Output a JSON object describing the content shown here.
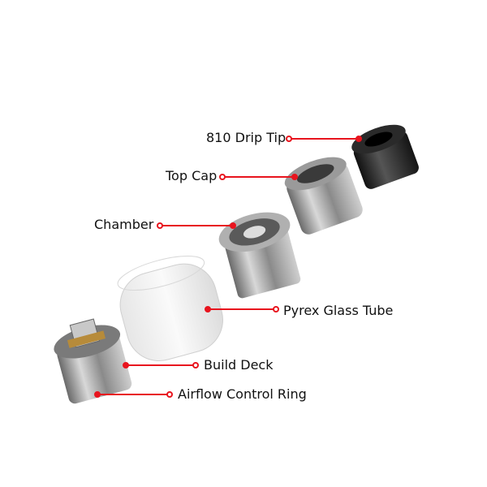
{
  "labels": {
    "drip_tip": "810 Drip Tip",
    "top_cap": "Top Cap",
    "chamber": "Chamber",
    "glass_tube": "Pyrex Glass Tube",
    "build_deck": "Build Deck",
    "airflow_ring": "Airflow Control Ring"
  },
  "colors": {
    "leader": "#e8141e",
    "text": "#111111"
  }
}
